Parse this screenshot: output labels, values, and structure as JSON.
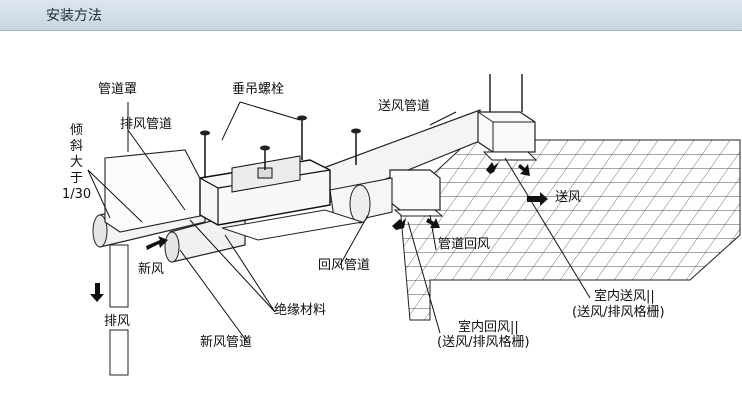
{
  "header": {
    "title": "安装方法"
  },
  "labels": {
    "duct_cover": "管道罩",
    "tilt_1": "倾",
    "tilt_2": "斜",
    "tilt_3": "大",
    "tilt_4": "于",
    "tilt_ratio": "1/30",
    "exhaust_duct": "排风管道",
    "hanger_bolt": "垂吊螺栓",
    "supply_duct": "送风管道",
    "supply_air": "送风",
    "fresh_air": "新风",
    "return_air_duct_right": "管道回风",
    "return_duct": "回风管道",
    "exhaust_air": "排风",
    "insulation": "绝缘材料",
    "fresh_air_duct": "新风管道",
    "indoor_return": "室内回风||",
    "indoor_return_sub": "(送风/排风格栅)",
    "indoor_supply": "室内送风||",
    "indoor_supply_sub": "(送风/排风格栅)"
  }
}
